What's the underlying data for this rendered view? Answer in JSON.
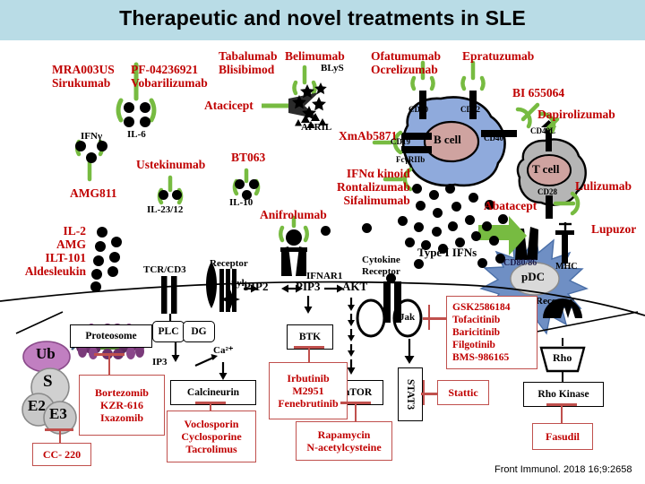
{
  "header": {
    "title": "Therapeutic and novel treatments in SLE",
    "bg": "#b9dce6"
  },
  "citation": "Front Immunol. 2018 16;9:2658",
  "colors": {
    "drug_red": "#c00000",
    "box_red": "#c0504d",
    "antibody_green": "#77bb41",
    "bcell_blue": "#8faadc",
    "tcell_gray": "#b5b5b5",
    "pdc_blue": "#6f8fc4",
    "nucleus_pink": "#cfa3a0",
    "ub_purple": "#c17fc1"
  },
  "drugs": {
    "il6_left": [
      "MRA003US",
      "Sirukumab"
    ],
    "il6_right": [
      "PF-04236921",
      "Vobarilizumab"
    ],
    "blys": [
      "Tabalumab",
      "Blisibimod"
    ],
    "belimumab": "Belimumab",
    "atacicept": "Atacicept",
    "cd20": [
      "Ofatumumab",
      "Ocrelizumab"
    ],
    "cd22": "Epratuzumab",
    "cd40": "BI 655064",
    "cd40l": "Dapirolizumab",
    "fcgr": "XmAb5871",
    "ifng": "AMG811",
    "il2312": "Ustekinumab",
    "il10": "BT063",
    "ifna": [
      "IFNα kinoid",
      "Rontalizumab",
      "Sifalimumab"
    ],
    "ifnar1": "Anifrolumab",
    "cd28": "Lulizumab",
    "cd8086": "Abatacept",
    "mhc": "Lupuzor",
    "il2_stack": [
      "IL-2",
      "AMG",
      "ILT-101",
      "Aldesleukin"
    ]
  },
  "cell_labels": {
    "il6": "IL-6",
    "blys": "BLyS",
    "april": "APRIL",
    "b_cell": "B cell",
    "t_cell": "T cell",
    "pdc": "pDC",
    "cd20": "CD20",
    "cd22": "CD22",
    "cd19": "CD19",
    "cd40": "CD40",
    "fcgr": "FcγRIIb",
    "cd40l": "CD40L",
    "cd28": "CD28",
    "cd8086": "CD80/86",
    "mhc": "MHC",
    "ifng": "IFNγ",
    "il2312": "IL-23/12",
    "il10": "IL-10",
    "ifnar1": "IFNAR1",
    "type1_ifns": "Type I IFNs",
    "cytokine_receptor": [
      "Cytokine",
      "Receptor"
    ],
    "receptor_mid": "Receptor",
    "receptor_right": "Receptor",
    "tcr": "TCR/CD3",
    "syk": "Syk",
    "plc": "PLC",
    "dg": "DG",
    "ip3": "IP3",
    "ca": "Ca²⁺",
    "pip2": "PIP2",
    "pip3": "PIP3",
    "akt": "AKT",
    "jak": "Jak",
    "ub": "Ub",
    "s": "S",
    "e2": "E2",
    "e3": "E3"
  },
  "pathway_boxes": {
    "proteosome": "Proteosome",
    "calcineurin": "Calcineurin",
    "btk": "BTK",
    "mtor": "mTOR",
    "stat3": "STAT3",
    "rho": "Rho",
    "rho_kinase": "Rho Kinase"
  },
  "inhibitor_boxes": {
    "cc220": [
      "CC- 220"
    ],
    "proteosome_inh": [
      "Bortezomib",
      "KZR-616",
      "Ixazomib"
    ],
    "calcineurin_inh": [
      "Voclosporin",
      "Cyclosporine",
      "Tacrolimus"
    ],
    "btk_inh": [
      "Irbutinib",
      "M2951",
      "Fenebrutinib"
    ],
    "mtor_inh": [
      "Rapamycin",
      "N-acetylcysteine"
    ],
    "jak_inh": [
      "GSK2586184",
      "Tofacitinib",
      "Baricitinib",
      "Filgotinib",
      "BMS-986165"
    ],
    "stat3_inh": [
      "Stattic"
    ],
    "rhok_inh": [
      "Fasudil"
    ]
  },
  "diagram_meta": {
    "type": "pathway-diagram",
    "subject": "Systemic Lupus Erythematosus therapeutic targets",
    "cells": [
      "B cell",
      "T cell",
      "pDC"
    ],
    "cytokines": [
      "IL-6",
      "IFNγ",
      "IL-23/12",
      "IL-10",
      "IL-2",
      "BLyS",
      "APRIL",
      "Type I IFNs"
    ]
  }
}
